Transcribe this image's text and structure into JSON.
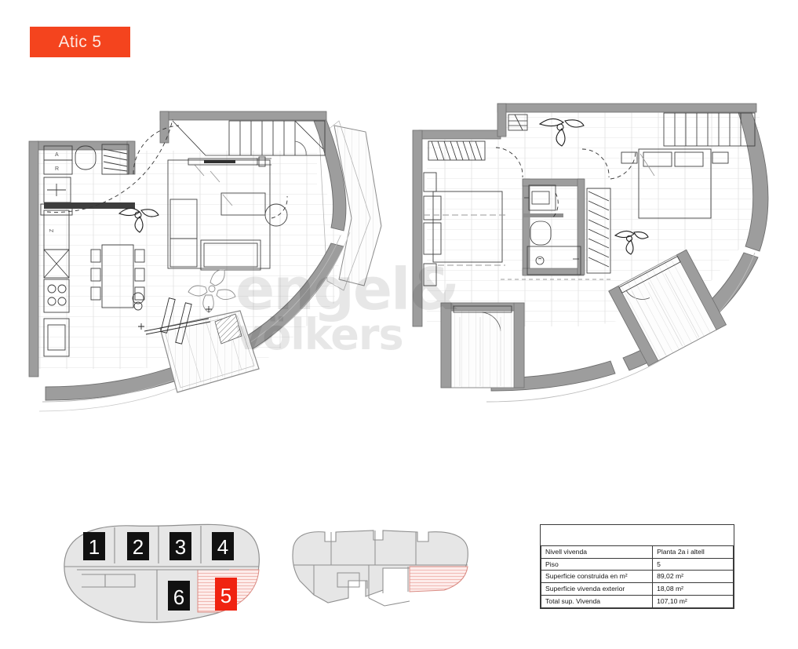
{
  "title": {
    "badge_label": "Atic 5",
    "badge_color": "#f4441e",
    "badge_text_color": "#fde9e2"
  },
  "watermark": {
    "line1": "engel&",
    "line2": "völkers",
    "opacity": "0.09"
  },
  "plans": {
    "left": {
      "name": "planta-2a-living-level",
      "rooms": [
        "kitchen",
        "dining",
        "living",
        "terrace",
        "stairs"
      ]
    },
    "right": {
      "name": "altell-bedroom-level",
      "rooms": [
        "bedroom-1",
        "bedroom-2",
        "bathroom",
        "terrace-1",
        "terrace-2",
        "stairs"
      ]
    }
  },
  "key_units": {
    "title": "unit-selector",
    "badges": [
      {
        "label": "1",
        "state": "normal"
      },
      {
        "label": "2",
        "state": "normal"
      },
      {
        "label": "3",
        "state": "normal"
      },
      {
        "label": "4",
        "state": "normal"
      },
      {
        "label": "6",
        "state": "normal"
      },
      {
        "label": "5",
        "state": "selected"
      }
    ],
    "selected_color": "#f02311",
    "normal_color": "#111111",
    "badge_text_color": "#ffffff",
    "fill_color": "#e6e6e6",
    "highlight_hatch_color": "#e8928a"
  },
  "key_site": {
    "title": "site-plan-key",
    "fill_color": "#e6e6e6",
    "highlight_hatch_color": "#e8928a"
  },
  "info_table": {
    "header": "",
    "rows": [
      {
        "label": "Nivell vivenda",
        "value": "Planta 2a i altell"
      },
      {
        "label": "Piso",
        "value": "5"
      },
      {
        "label": "Superficie construida en m²",
        "value": "89,02 m²"
      },
      {
        "label": "Superficie vivenda exterior",
        "value": "18,08 m²"
      },
      {
        "label": "Total sup. Vivenda",
        "value": "107,10 m²"
      }
    ]
  },
  "colors": {
    "wall_fill": "#9d9d9d",
    "wall_stroke": "#6b6b6b",
    "thin_line": "#3c3c3c",
    "tile_line": "#dcdcdc",
    "furniture_line": "#4a4a4a",
    "background": "#ffffff"
  }
}
